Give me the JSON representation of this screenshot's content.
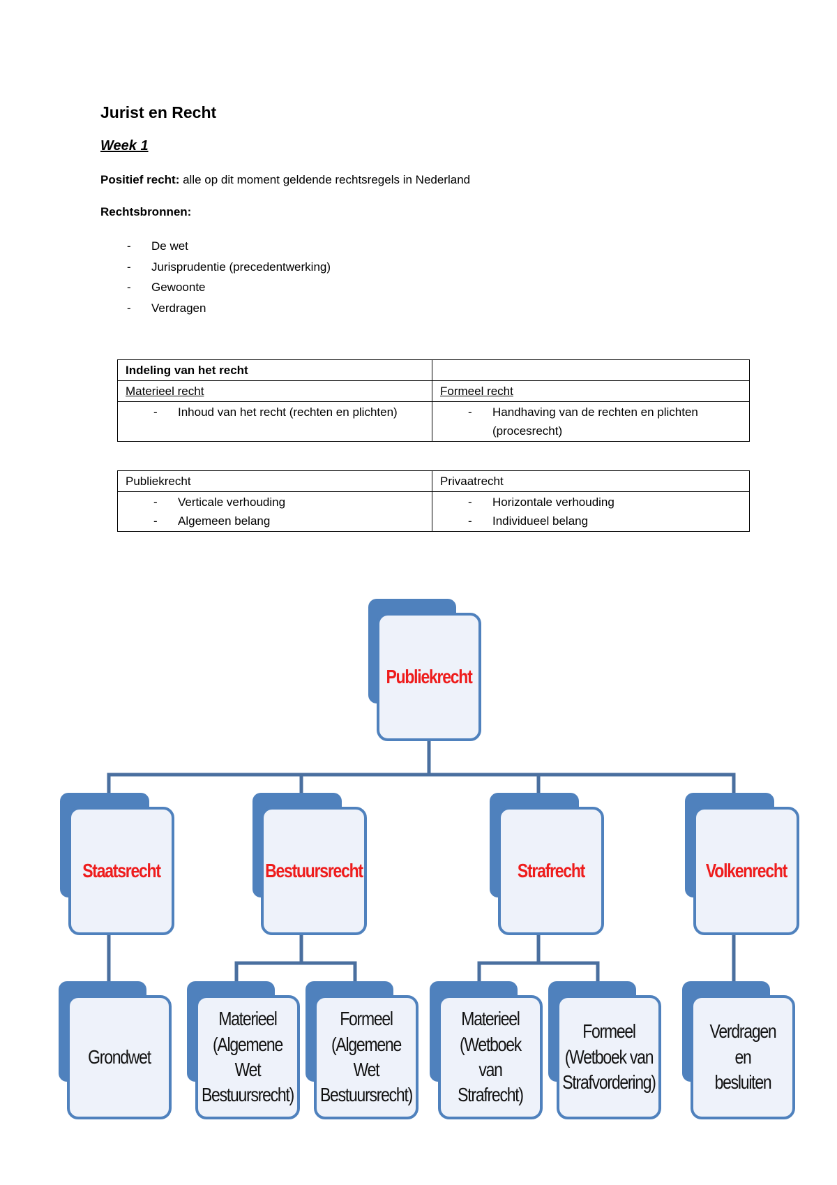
{
  "document": {
    "title": "Jurist en Recht",
    "week": "Week 1",
    "definition": {
      "term": "Positief recht:",
      "text": " alle op dit moment geldende rechtsregels in Nederland"
    },
    "sources_heading": "Rechtsbronnen:",
    "sources": [
      "De wet",
      "Jurisprudentie (precedentwerking)",
      "Gewoonte",
      "Verdragen"
    ],
    "dash": "-"
  },
  "table1": {
    "header": "Indeling van het recht",
    "header_right": "",
    "left_title": "Materieel recht",
    "left_items": [
      "Inhoud van het recht (rechten en plichten)"
    ],
    "right_title": "Formeel recht",
    "right_items": [
      "Handhaving van de rechten en plichten (procesrecht)"
    ]
  },
  "table2": {
    "left_title": "Publiekrecht",
    "left_items": [
      "Verticale verhouding",
      "Algemeen belang"
    ],
    "right_title": "Privaatrecht",
    "right_items": [
      "Horizontale verhouding",
      "Individueel belang"
    ]
  },
  "orgchart": {
    "colors": {
      "back": "#4f81bd",
      "front_border": "#4f81bd",
      "front_fill": "#eef2fa",
      "line": "#4a6f9f",
      "red_text": "#ee1c1c"
    },
    "root": "Publiekrecht",
    "branches": [
      {
        "label": "Staatsrecht",
        "children": [
          "Grondwet"
        ]
      },
      {
        "label": "Bestuursrecht",
        "children": [
          "Materieel\n(Algemene Wet\nBestuursrecht)",
          "Formeel\n(Algemene Wet\nBestuursrecht)"
        ]
      },
      {
        "label": "Strafrecht",
        "children": [
          "Materieel\n(Wetboek van\nStrafrecht)",
          "Formeel\n(Wetboek van\nStrafvordering)"
        ]
      },
      {
        "label": "Volkenrecht",
        "children": [
          "Verdragen en\nbesluiten"
        ]
      }
    ]
  }
}
